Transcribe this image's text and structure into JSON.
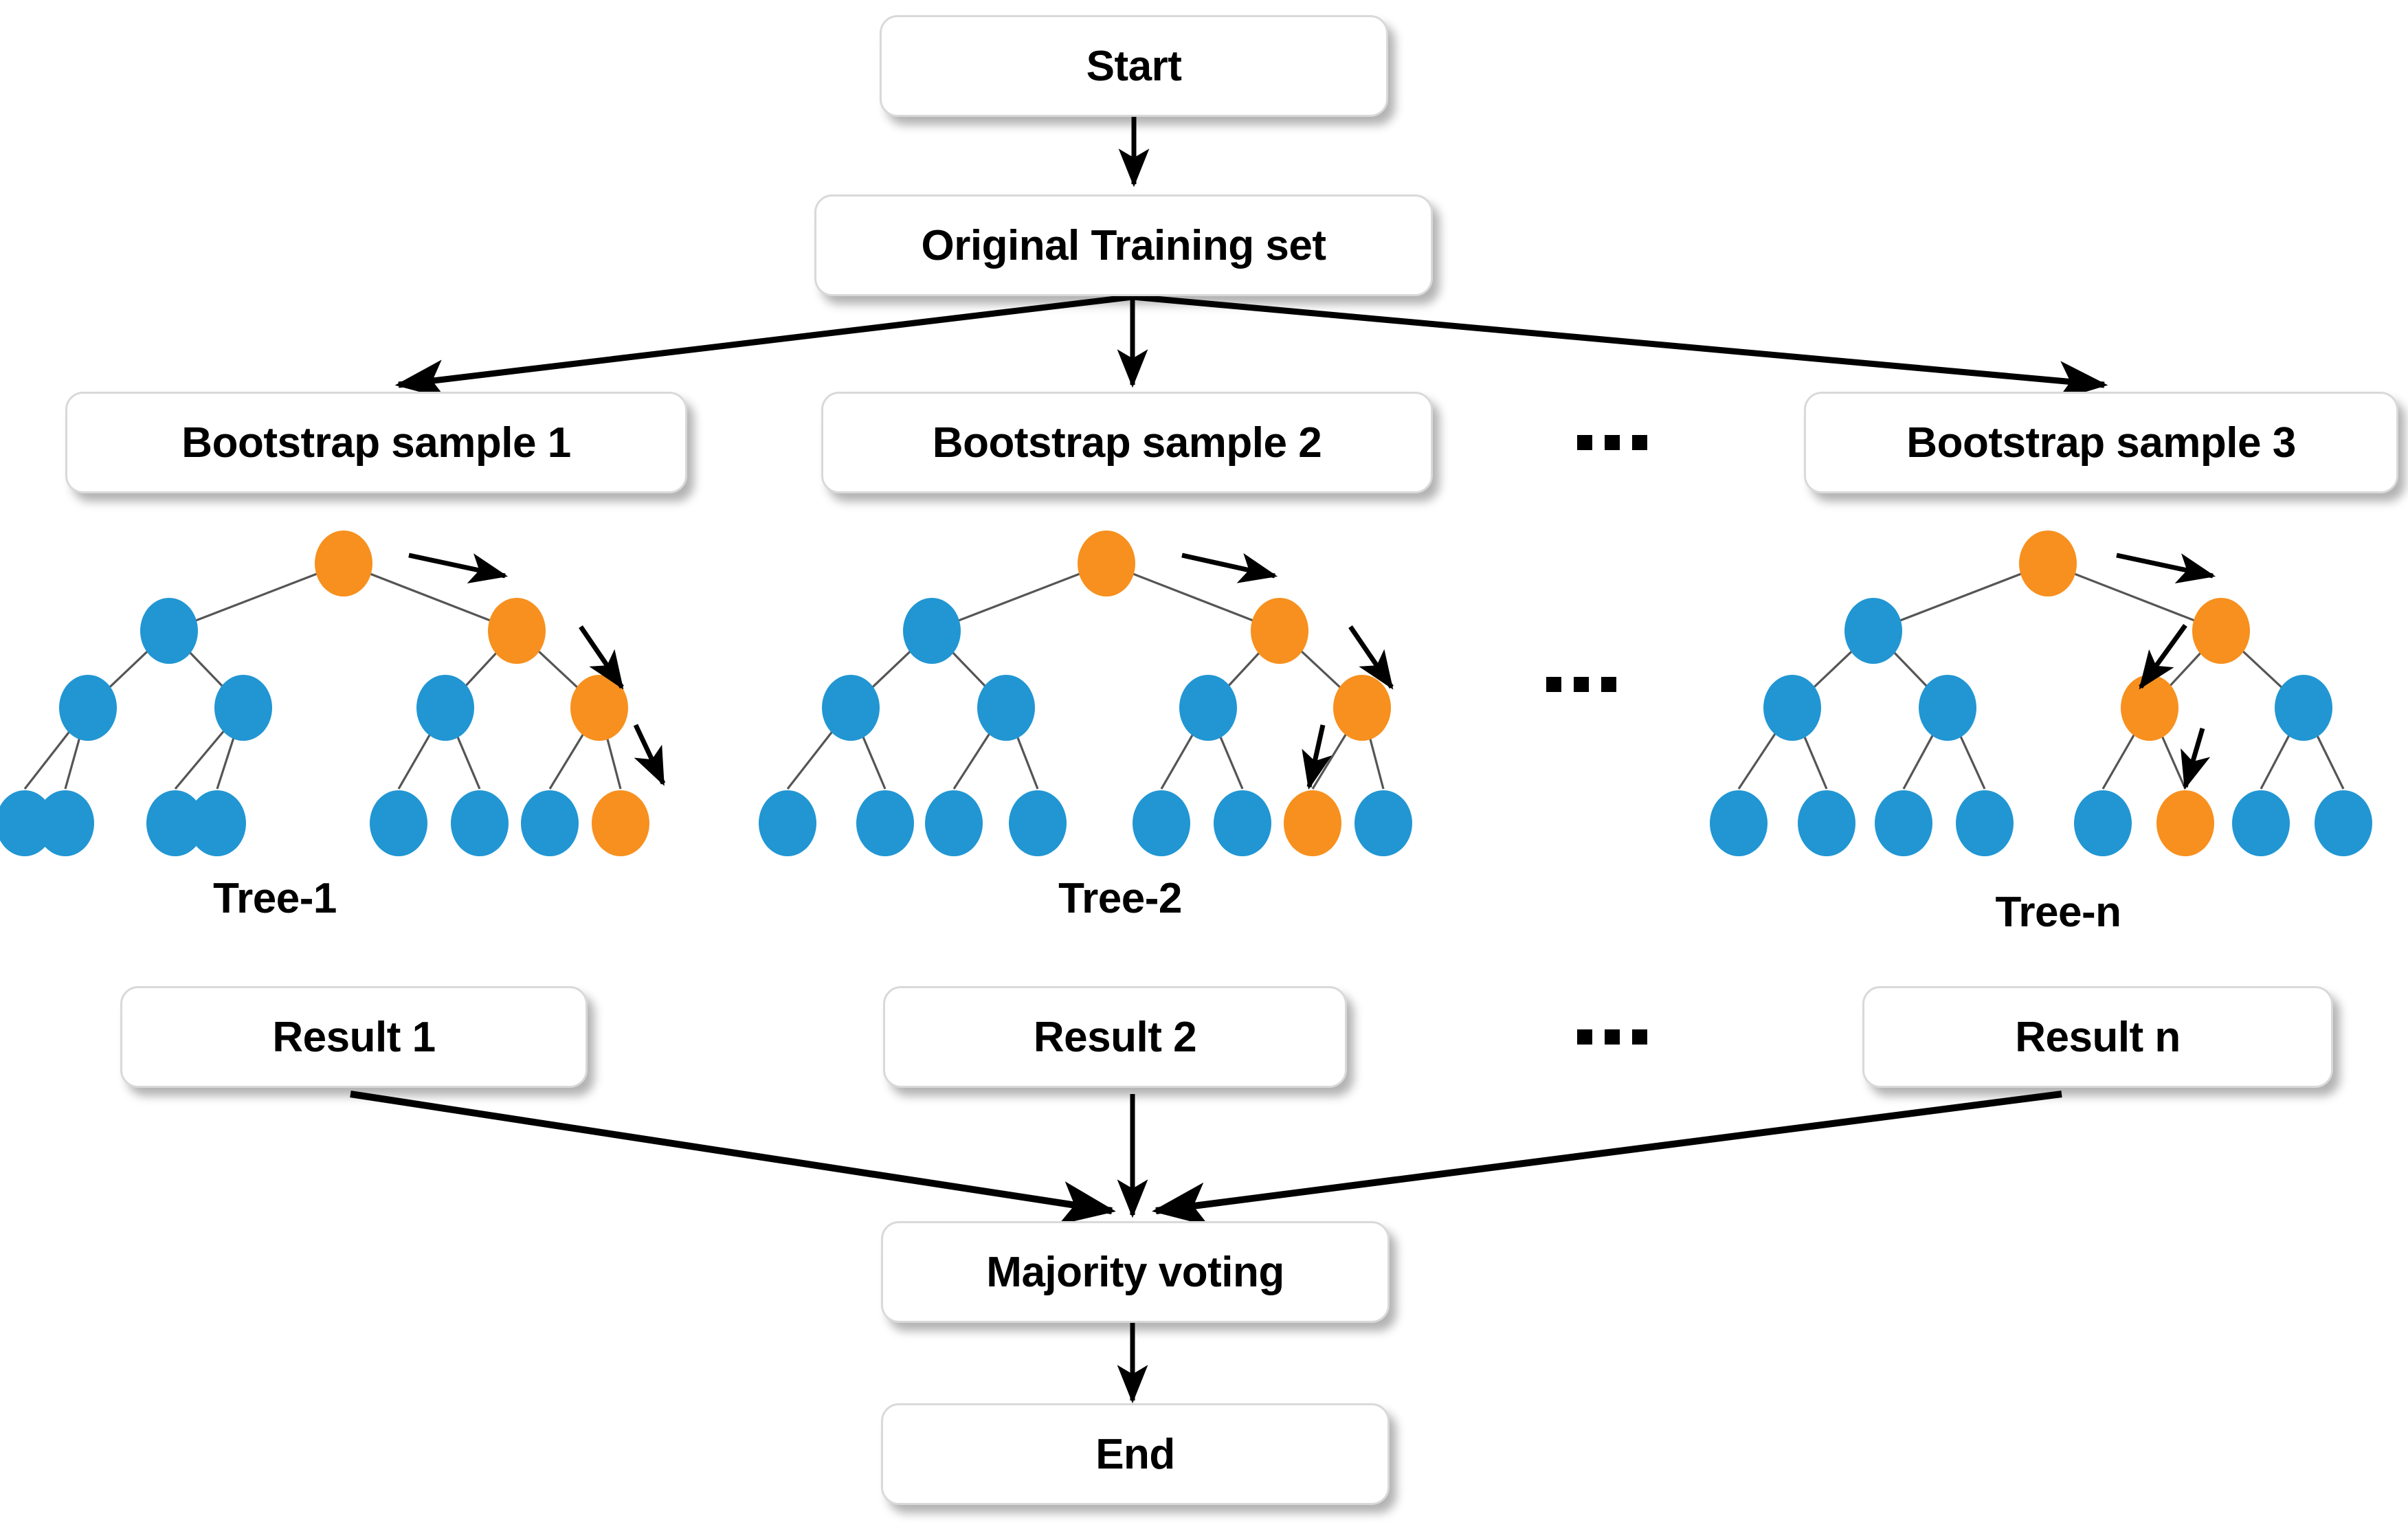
{
  "diagram": {
    "title": "Random Forest ensemble flowchart",
    "colors": {
      "node_blue": "#2196d3",
      "node_orange": "#f7901e",
      "box_fill": "#ffffff",
      "box_border": "#d9d9d9",
      "arrow": "#000000",
      "edge": "#5a5a5a",
      "background": "#ffffff"
    },
    "boxes": {
      "start": "Start",
      "original_training_set": "Original Training set",
      "bootstrap_sample_1": "Bootstrap sample 1",
      "bootstrap_sample_2": "Bootstrap sample 2",
      "bootstrap_sample_3": "Bootstrap sample 3",
      "result_1": "Result 1",
      "result_2": "Result 2",
      "result_n": "Result n",
      "majority_voting": "Majority voting",
      "end": "End"
    },
    "tree_labels": {
      "tree_1": "Tree-1",
      "tree_2": "Tree-2",
      "tree_n": "Tree-n"
    },
    "ellipsis": {
      "glyph": "...",
      "dots": 3,
      "positions": [
        "between-bootstrap-2-and-3",
        "between-tree-2-and-n",
        "between-result-2-and-n"
      ]
    },
    "trees": [
      {
        "name": "Tree-1",
        "levels": 4,
        "node_colors": {
          "root": "orange",
          "level2": [
            "blue",
            "orange"
          ],
          "level3": [
            "blue",
            "blue",
            "blue",
            "orange"
          ],
          "level4": [
            "blue",
            "blue",
            "blue",
            "blue",
            "blue",
            "blue",
            "blue",
            "orange"
          ]
        },
        "highlight_path": [
          "root",
          "right",
          "right-right",
          "right-right-right"
        ],
        "path_arrows": 3
      },
      {
        "name": "Tree-2",
        "levels": 4,
        "node_colors": {
          "root": "orange",
          "level2": [
            "blue",
            "orange"
          ],
          "level3": [
            "blue",
            "blue",
            "blue",
            "orange"
          ],
          "level4": [
            "blue",
            "blue",
            "blue",
            "blue",
            "blue",
            "blue",
            "orange",
            "blue"
          ]
        },
        "highlight_path": [
          "root",
          "right",
          "right-right",
          "right-right-left"
        ],
        "path_arrows": 3
      },
      {
        "name": "Tree-n",
        "levels": 4,
        "node_colors": {
          "root": "orange",
          "level2": [
            "blue",
            "orange"
          ],
          "level3": [
            "blue",
            "blue",
            "orange",
            "blue"
          ],
          "level4": [
            "blue",
            "blue",
            "blue",
            "blue",
            "blue",
            "orange",
            "blue",
            "blue"
          ]
        },
        "highlight_path": [
          "root",
          "right",
          "right-left",
          "right-left-right"
        ],
        "path_arrows": 3
      }
    ],
    "flow_edges": [
      {
        "from": "Start",
        "to": "Original Training set"
      },
      {
        "from": "Original Training set",
        "to": "Bootstrap sample 1"
      },
      {
        "from": "Original Training set",
        "to": "Bootstrap sample 2"
      },
      {
        "from": "Original Training set",
        "to": "Bootstrap sample 3"
      },
      {
        "from": "Result 1",
        "to": "Majority voting"
      },
      {
        "from": "Result 2",
        "to": "Majority voting"
      },
      {
        "from": "Result n",
        "to": "Majority voting"
      },
      {
        "from": "Majority voting",
        "to": "End"
      }
    ]
  }
}
